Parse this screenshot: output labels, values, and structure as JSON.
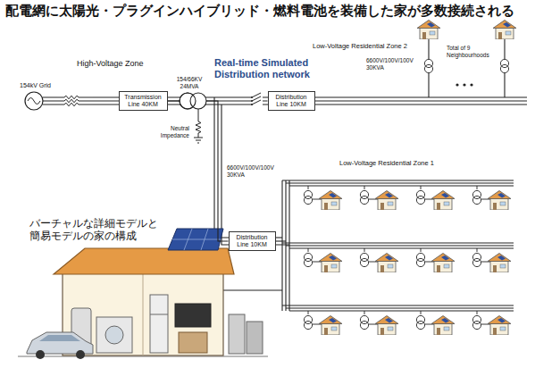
{
  "diagram": {
    "title": "配電網に太陽光・プラグインハイブリッド・燃料電池を装備した家が多数接続される",
    "nodes": [
      {
        "text": [
          "Transmission Line 40KM"
        ]
      },
      {
        "text": [
          "Distribution Line 10KM"
        ]
      },
      {
        "text": [
          "Distribution Line 10KM"
        ]
      }
    ],
    "edges": [
      {
        "from": 0,
        "to": 1,
        "arrow": "none"
      },
      {
        "from": 0,
        "to": 2,
        "arrow": "none"
      }
    ],
    "labels": [
      "Real-time Simulated Distribution network",
      "High-Voltage Zone",
      "154kV Grid",
      "154/66KV 24MVA",
      "Neutral Impedance",
      "6600V/100V/100V 30KVA",
      "6600V/100V/100V 30KVA",
      "Low-Voltage Residential Zone 2",
      "Low-Voltage Residential Zone 1",
      "Total of 9 Neighbourhoods",
      "バーチャルな詳細モデルと 簡易モデルの家の構成"
    ]
  }
}
